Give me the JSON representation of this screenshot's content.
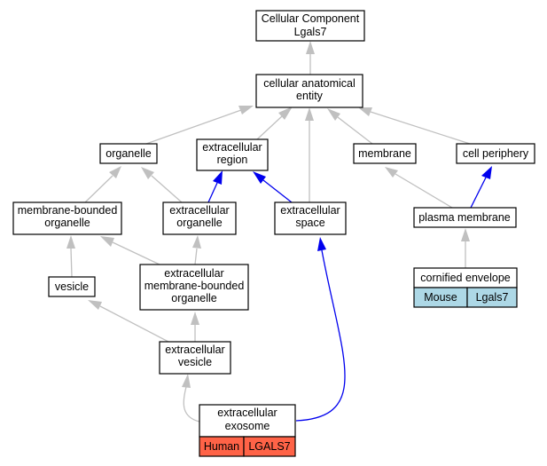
{
  "nodes": {
    "root": [
      "Cellular Component",
      "Lgals7"
    ],
    "cae": [
      "cellular anatomical",
      "entity"
    ],
    "organelle": [
      "organelle"
    ],
    "extracellular_region": [
      "extracellular",
      "region"
    ],
    "membrane": [
      "membrane"
    ],
    "cell_periphery": [
      "cell periphery"
    ],
    "membrane_bounded_organelle": [
      "membrane-bounded",
      "organelle"
    ],
    "extracellular_organelle": [
      "extracellular",
      "organelle"
    ],
    "extracellular_space": [
      "extracellular",
      "space"
    ],
    "plasma_membrane": [
      "plasma membrane"
    ],
    "vesicle": [
      "vesicle"
    ],
    "extracellular_mbo": [
      "extracellular",
      "membrane-bounded",
      "organelle"
    ],
    "cornified_envelope": [
      "cornified envelope"
    ],
    "extracellular_vesicle": [
      "extracellular",
      "vesicle"
    ],
    "extracellular_exosome": [
      "extracellular",
      "exosome"
    ]
  },
  "annotations": {
    "cornified_envelope": {
      "species": "Mouse",
      "gene": "Lgals7",
      "color": "#add8e6"
    },
    "extracellular_exosome": {
      "species": "Human",
      "gene": "LGALS7",
      "color": "#ff6347"
    }
  },
  "edge_colors": {
    "gray": "#c0c0c0",
    "blue": "#0000ee"
  }
}
